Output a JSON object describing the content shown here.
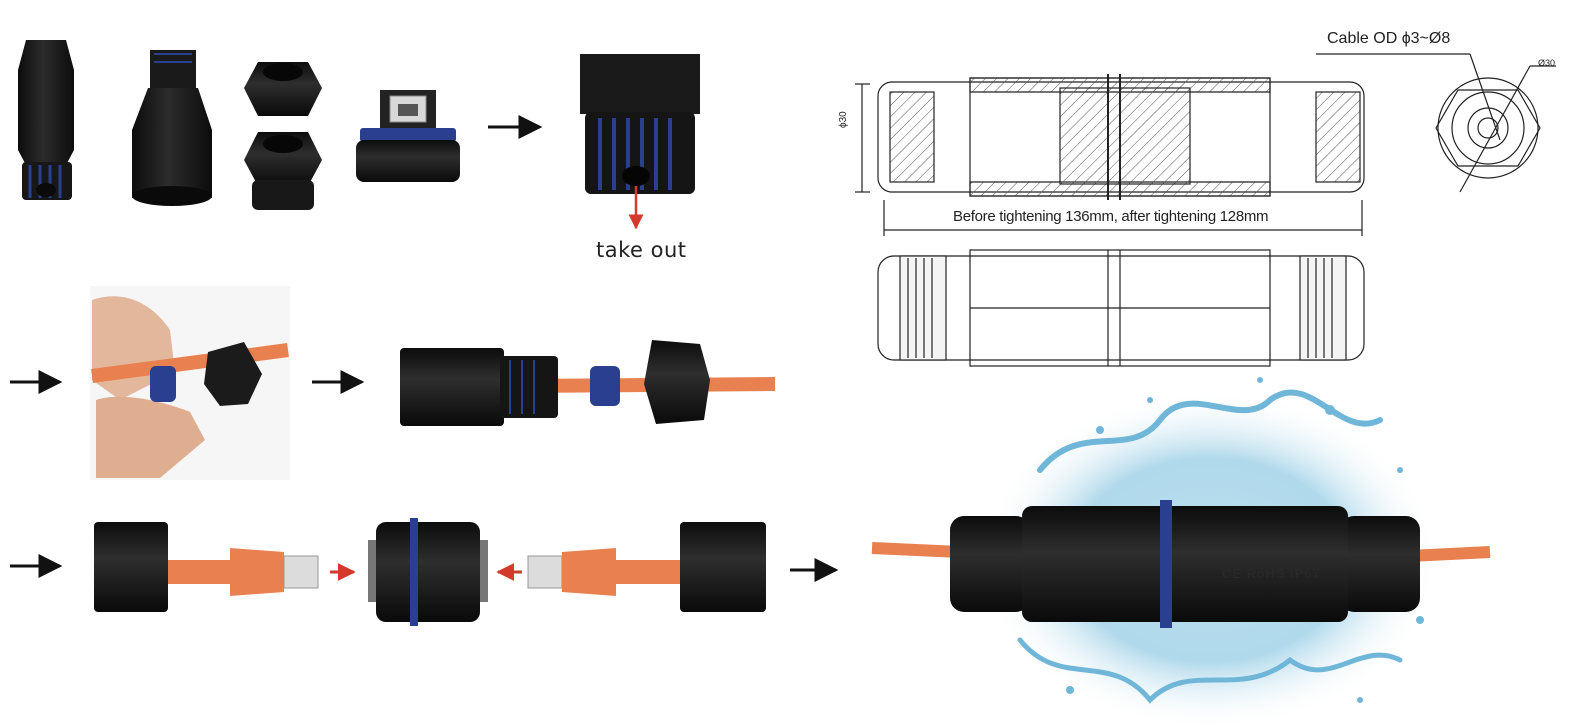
{
  "labels": {
    "take_out": "take out",
    "cable_od": "Cable OD ϕ3~Ø8",
    "dia_30_end": "Ø30",
    "dia_30_side": "ϕ30",
    "length_note": "Before tightening 136mm, after tightening 128mm",
    "body_print": "CE RoHS IP67"
  },
  "colors": {
    "connector_black": "#1b1b1b",
    "seal_blue": "#2a3f8f",
    "cable_orange": "#e9804f",
    "arrow_red": "#d33a2c",
    "arrow_black": "#111111",
    "water_blue": "#6fb6d8"
  }
}
